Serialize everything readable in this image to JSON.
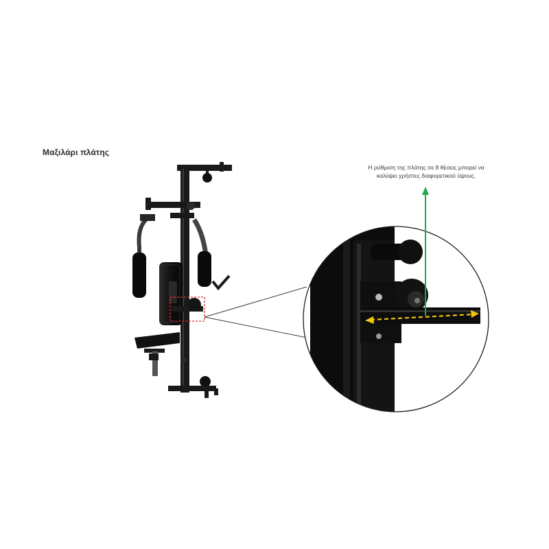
{
  "title": "Μαξιλάρι πλάτης",
  "note": {
    "line1": "Η ρύθμιση της πλάτης σε 8 θέσεις μπορεί να",
    "line2": "καλύψει χρήστες διαφορετικού ύψους."
  },
  "colors": {
    "frame": "#1a1a1a",
    "pad": "#0d0d0d",
    "highlight_box": "#e03030",
    "arrow_up": "#1faa4a",
    "adjust_arrow": "#f2c511",
    "leader_lines": "#3c3c3c"
  },
  "icons": {
    "adjust_arrow": "double-arrow-icon",
    "callout_arrow": "arrow-up-icon"
  }
}
